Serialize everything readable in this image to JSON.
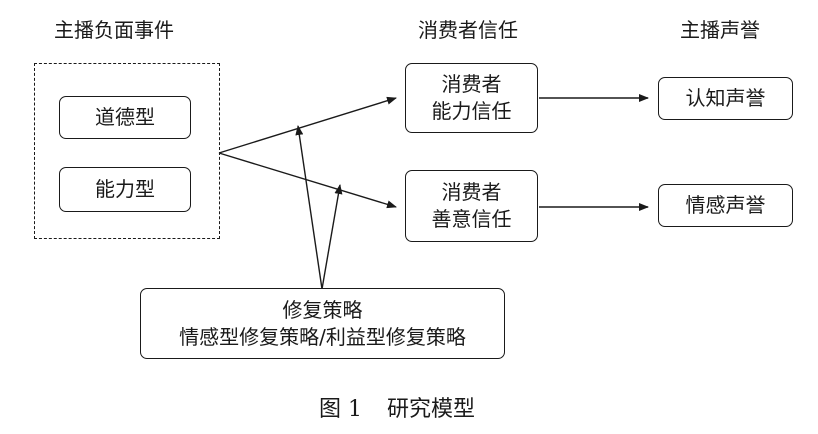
{
  "headings": {
    "events": "主播负面事件",
    "trust": "消费者信任",
    "reputation": "主播声誉"
  },
  "event_types": [
    {
      "label": "道德型"
    },
    {
      "label": "能力型"
    }
  ],
  "trust_nodes": [
    {
      "line1": "消费者",
      "line2": "能力信任"
    },
    {
      "line1": "消费者",
      "line2": "善意信任"
    }
  ],
  "reputation_nodes": [
    {
      "label": "认知声誉"
    },
    {
      "label": "情感声誉"
    }
  ],
  "repair": {
    "line1": "修复策略",
    "line2": "情感型修复策略/利益型修复策略"
  },
  "caption": {
    "figure_no": "图 1",
    "title": "研究模型"
  },
  "colors": {
    "line": "#1a1a1a",
    "background": "#ffffff"
  }
}
